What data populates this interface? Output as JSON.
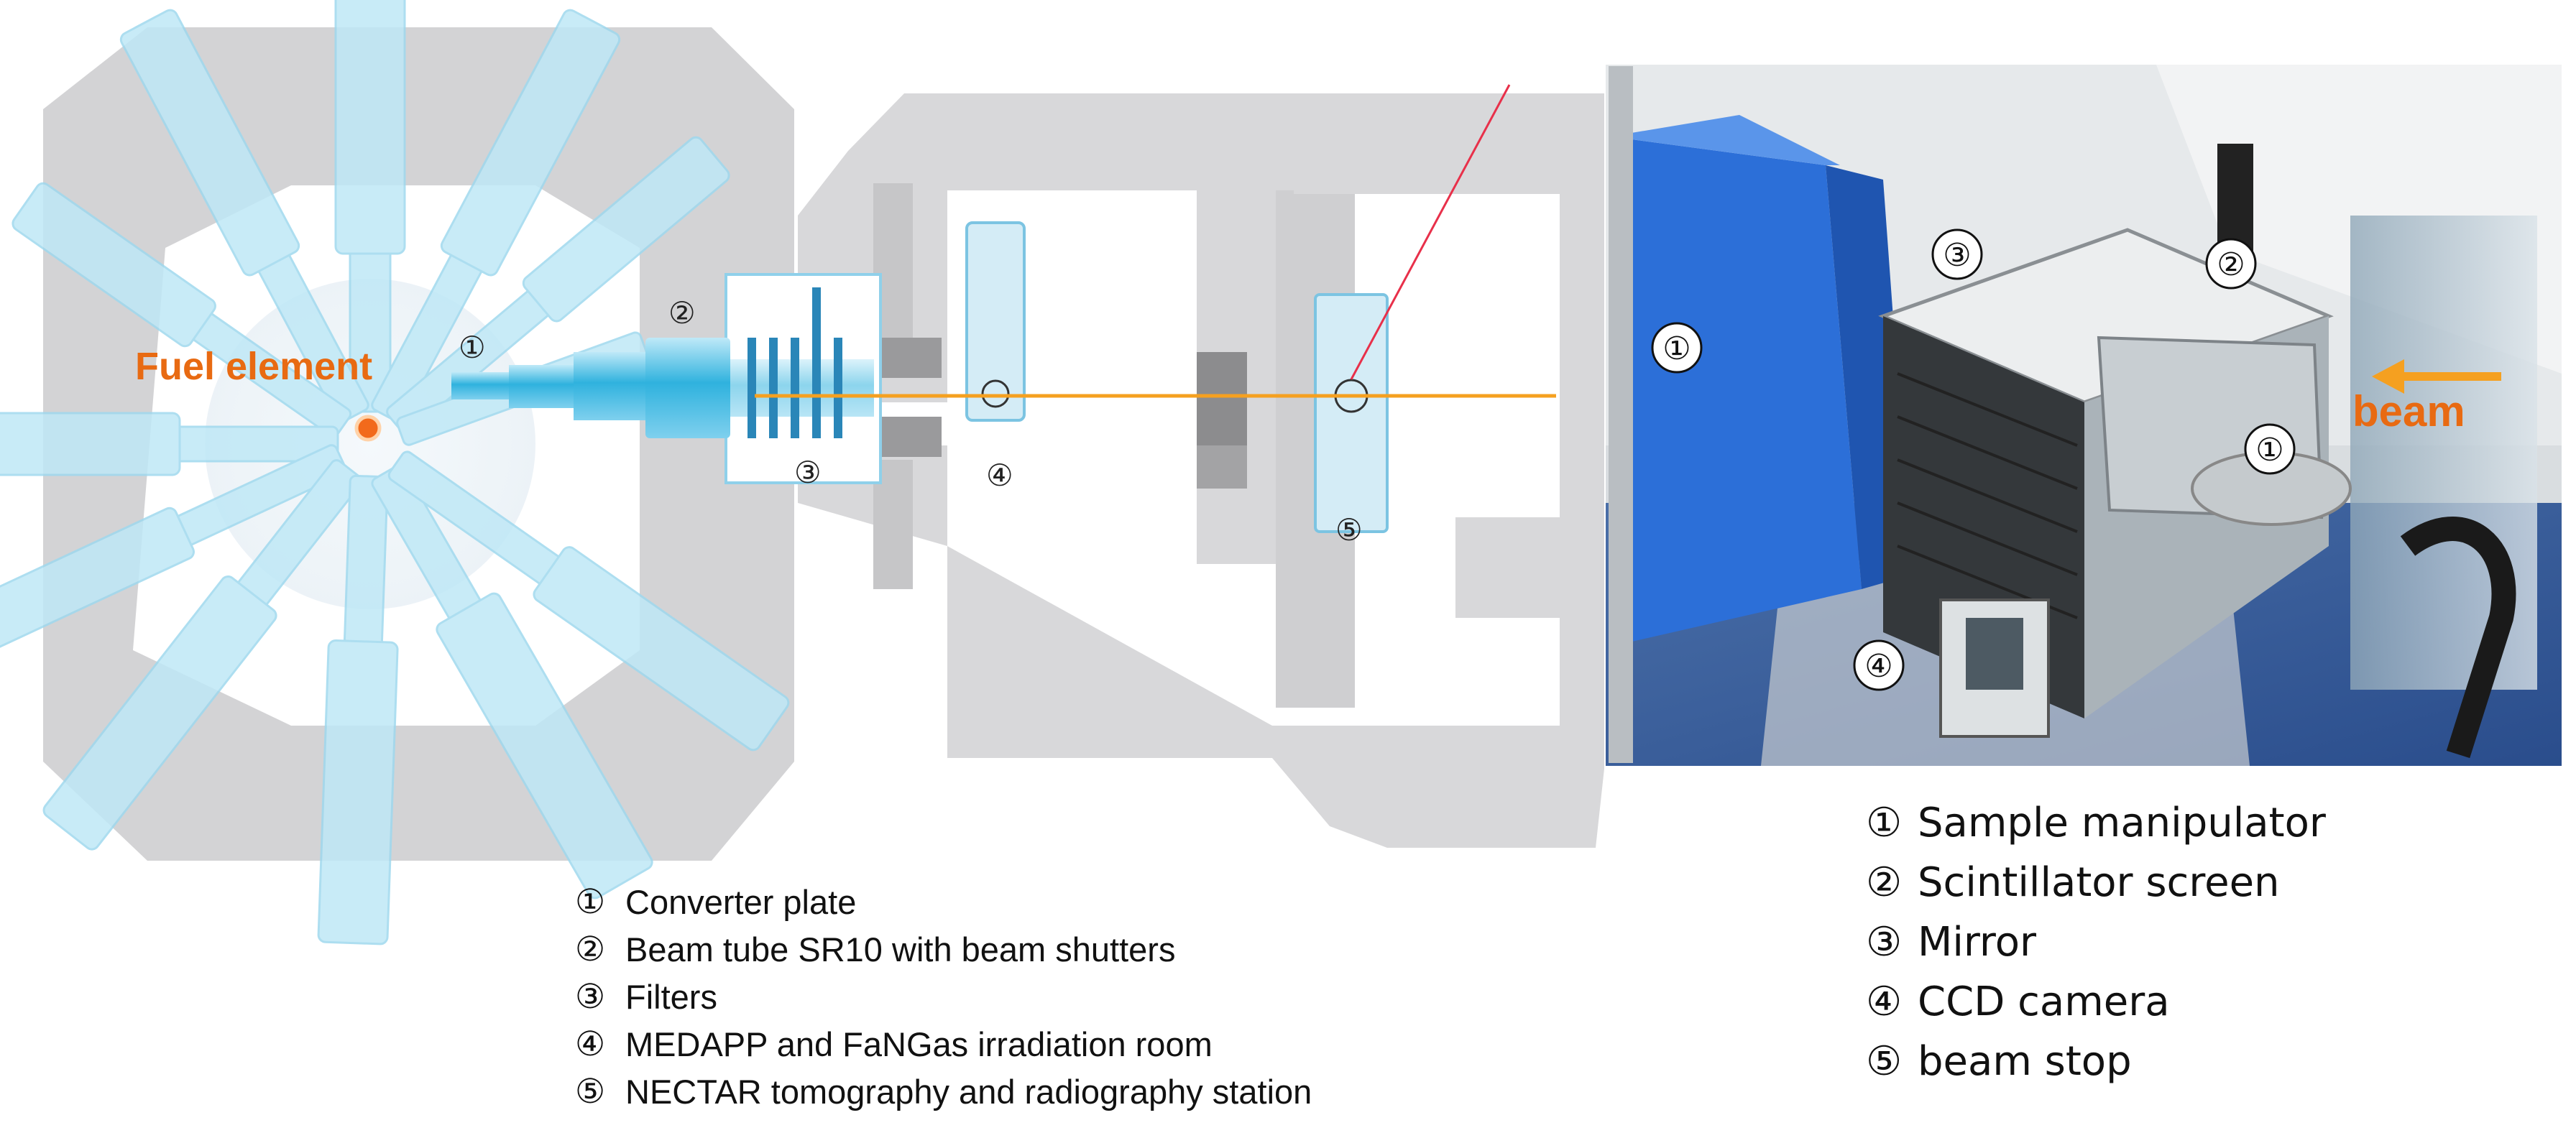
{
  "diagram": {
    "fuel_label": "Fuel element",
    "beam_label": "beam",
    "left_markers": [
      "①",
      "②",
      "③",
      "④",
      "⑤"
    ],
    "photo_markers": [
      "①",
      "②",
      "③",
      "①",
      "④"
    ]
  },
  "legend_left": [
    {
      "num": "①",
      "text": "Converter plate"
    },
    {
      "num": "②",
      "text": "Beam tube SR10 with beam shutters"
    },
    {
      "num": "③",
      "text": "Filters"
    },
    {
      "num": "④",
      "text": "MEDAPP and FaNGas irradiation room"
    },
    {
      "num": "⑤",
      "text": "NECTAR tomography and radiography station"
    }
  ],
  "legend_right": [
    {
      "num": "①",
      "text": "Sample manipulator"
    },
    {
      "num": "②",
      "text": "Scintillator screen"
    },
    {
      "num": "③",
      "text": "Mirror"
    },
    {
      "num": "④",
      "text": "CCD camera"
    },
    {
      "num": "⑤",
      "text": "beam stop"
    }
  ],
  "colors": {
    "accent_orange": "#e86a12",
    "beam_line": "#f5a020",
    "beam_tube": "#35b7e0",
    "wall_gray": "#d6d6d8",
    "laser_red": "#e8304a"
  }
}
